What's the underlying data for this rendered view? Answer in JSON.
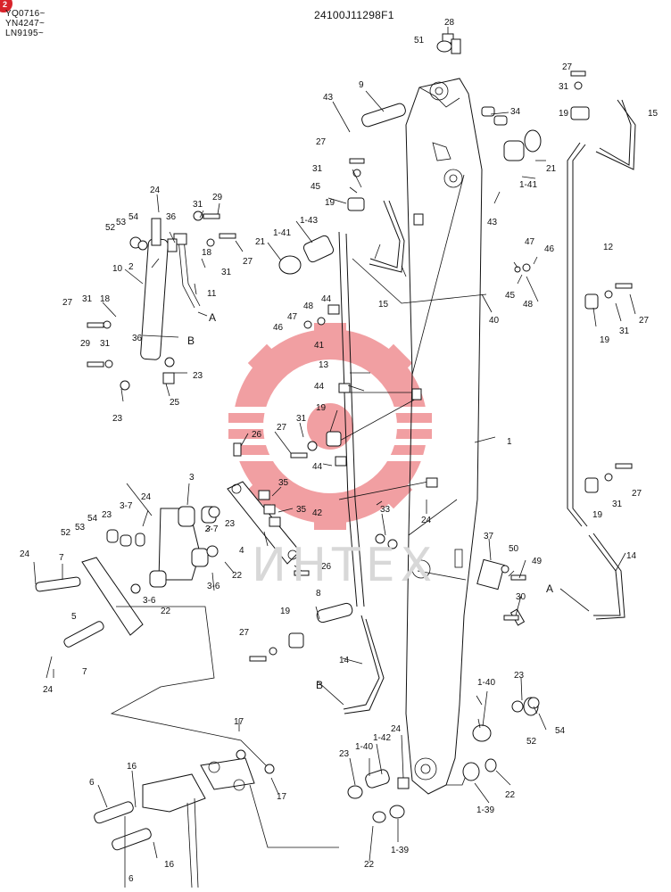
{
  "header": {
    "badge": "2",
    "serials": [
      "YQ0716~",
      "YN4247~",
      "LN9195~"
    ],
    "drawing_code": "24100J11298F1"
  },
  "watermark": {
    "text": "ИНТЕХ",
    "color": "#e8232a"
  },
  "labels": {
    "p1": "1",
    "p1_39a": "1-39",
    "p1_39b": "1-39",
    "p1_40a": "1-40",
    "p1_40b": "1-40",
    "p1_41a": "1-41",
    "p1_41b": "1-41",
    "p1_42": "1-42",
    "p1_43": "1-43",
    "p2": "2",
    "p3": "3",
    "p3_6a": "3-6",
    "p3_6b": "3-6",
    "p3_7a": "3-7",
    "p3_7b": "3-7",
    "p4": "4",
    "p5": "5",
    "p6a": "6",
    "p6b": "6",
    "p7a": "7",
    "p7b": "7",
    "p8": "8",
    "p9": "9",
    "p10": "10",
    "p11": "11",
    "p12": "12",
    "p13": "13",
    "p14a": "14",
    "p14b": "14",
    "p15a": "15",
    "p15b": "15",
    "p16a": "16",
    "p16b": "16",
    "p17a": "17",
    "p17b": "17",
    "p18a": "18",
    "p18b": "18",
    "p19a": "19",
    "p19b": "19",
    "p19c": "19",
    "p19d": "19",
    "p19e": "19",
    "p19f": "19",
    "p21a": "21",
    "p21b": "21",
    "p22a": "22",
    "p22b": "22",
    "p22c": "22",
    "p22d": "22",
    "p23a": "23",
    "p23b": "23",
    "p23c": "23",
    "p23d": "23",
    "p23e": "23",
    "p23f": "23",
    "p24a": "24",
    "p24b": "24",
    "p24c": "24",
    "p24d": "24",
    "p24e": "24",
    "p24f": "24",
    "p25": "25",
    "p26a": "26",
    "p26b": "26",
    "p27a": "27",
    "p27b": "27",
    "p27c": "27",
    "p27d": "27",
    "p27e": "27",
    "p27f": "27",
    "p27g": "27",
    "p27h": "27",
    "p28": "28",
    "p29a": "29",
    "p29b": "29",
    "p30": "30",
    "p31a": "31",
    "p31b": "31",
    "p31c": "31",
    "p31d": "31",
    "p31e": "31",
    "p31f": "31",
    "p31g": "31",
    "p31h": "31",
    "p31i": "31",
    "p33": "33",
    "p34": "34",
    "p35a": "35",
    "p35b": "35",
    "p36a": "36",
    "p36b": "36",
    "p37": "37",
    "p40": "40",
    "p41": "41",
    "p42": "42",
    "p43a": "43",
    "p43b": "43",
    "p44a": "44",
    "p44b": "44",
    "p44c": "44",
    "p45a": "45",
    "p45b": "45",
    "p46a": "46",
    "p46b": "46",
    "p47a": "47",
    "p47b": "47",
    "p48a": "48",
    "p48b": "48",
    "p49": "49",
    "p50": "50",
    "p51": "51",
    "p52a": "52",
    "p52b": "52",
    "p52c": "52",
    "p53a": "53",
    "p53b": "53",
    "p54a": "54",
    "p54b": "54",
    "p54c": "54",
    "refA1": "A",
    "refA2": "A",
    "refB1": "B",
    "refB2": "B"
  }
}
